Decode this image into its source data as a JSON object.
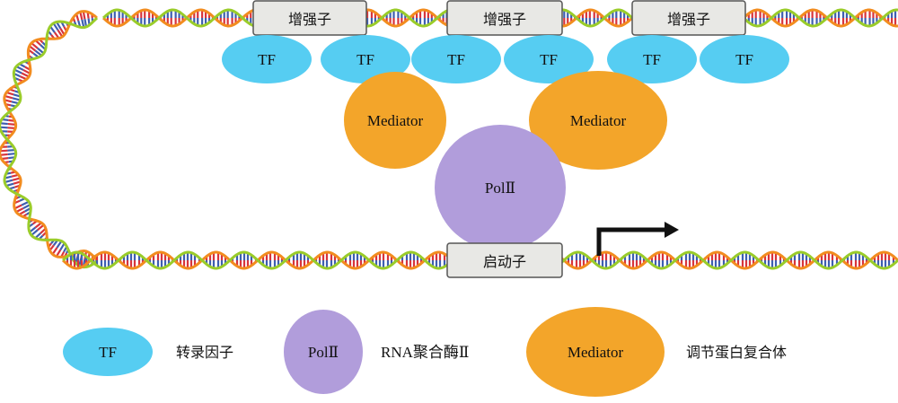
{
  "colors": {
    "tf": "#56cdf2",
    "mediator": "#f3a52a",
    "pol2": "#b19ddb",
    "box_fill": "#e8e8e5",
    "box_stroke": "#555555",
    "helix_a": "#f28c1f",
    "helix_b": "#9acc2a",
    "rung_a": "#d8343b",
    "rung_b": "#3d5fb0",
    "arrow": "#111111"
  },
  "diagram": {
    "enhancer_label": "增强子",
    "promoter_label": "启动子",
    "tf_label": "TF",
    "mediator_label": "Mediator",
    "pol2_label": "PolⅡ"
  },
  "legend": {
    "tf": {
      "symbol_label": "TF",
      "description": "转录因子"
    },
    "pol2": {
      "symbol_label": "PolⅡ",
      "description": "RNA聚合酶Ⅱ"
    },
    "mediator": {
      "symbol_label": "Mediator",
      "description": "调节蛋白复合体"
    }
  }
}
